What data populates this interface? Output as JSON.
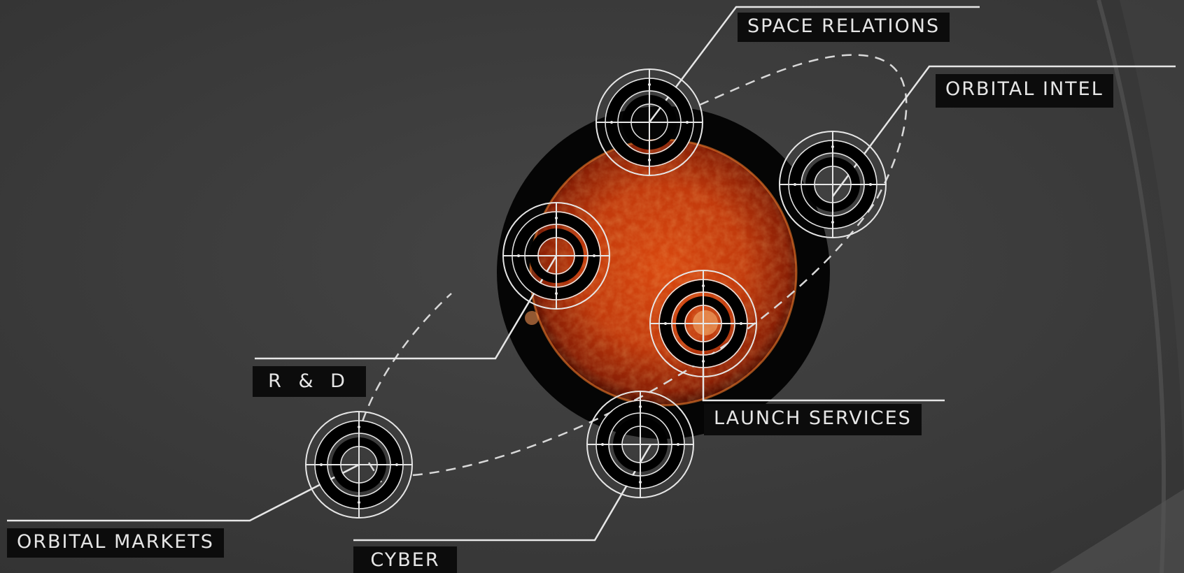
{
  "labels": {
    "space_relations": "SPACE RELATIONS",
    "orbital_intel": "ORBITAL INTEL",
    "r_and_d": "R & D",
    "launch_services": "LAUNCH SERVICES",
    "orbital_markets": "ORBITAL MARKETS",
    "cyber": "CYBER"
  },
  "colors": {
    "background": "#3c3c3c",
    "label_background": "#0c0c0c",
    "label_text": "#e6e6e6",
    "sun": "#c0300a",
    "target_ring": "#000000",
    "line": "#e6e6e6"
  },
  "icons": {
    "targets": "crosshair-target-icon",
    "sun": "sun-image"
  }
}
